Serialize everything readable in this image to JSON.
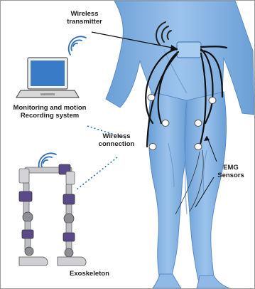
{
  "labels": {
    "transmitter": [
      "Wireless",
      "transmitter"
    ],
    "monitoring": [
      "Monitoring and motion",
      "Recording system"
    ],
    "connection": [
      "Wireless",
      "connection"
    ],
    "sensors": [
      "EMG",
      "Sensors"
    ],
    "exoskeleton": "Exoskeleton"
  },
  "icons": {
    "laptop": "laptop-icon",
    "wifi_laptop": "wifi-icon",
    "wifi_transmitter": "wifi-icon",
    "wifi_exoskeleton": "wifi-icon"
  },
  "colors": {
    "body_fill": "#8fb9e6",
    "body_shade": "#5f93cf",
    "laptop_screen": "#3a7bc8",
    "dotted_link": "#2f6fb8",
    "wire": "#111111"
  }
}
